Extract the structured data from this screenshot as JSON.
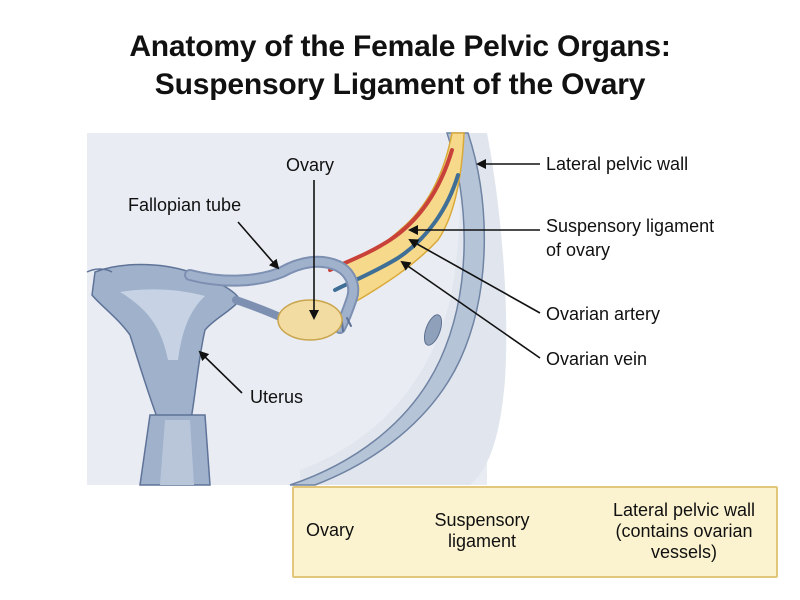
{
  "title": {
    "line1": "Anatomy of the Female Pelvic Organs:",
    "line2": "Suspensory Ligament of the Ovary"
  },
  "labels": {
    "ovary": "Ovary",
    "fallopian_tube": "Fallopian tube",
    "uterus": "Uterus",
    "lateral_pelvic_wall": "Lateral pelvic wall",
    "suspensory_ligament_line1": "Suspensory ligament",
    "suspensory_ligament_line2": "of ovary",
    "ovarian_artery": "Ovarian artery",
    "ovarian_vein": "Ovarian vein"
  },
  "summary": {
    "step1": "Ovary",
    "step2_line1": "Suspensory",
    "step2_line2": "ligament",
    "step3_line1": "Lateral pelvic wall",
    "step3_line2": "(contains ovarian",
    "step3_line3": "vessels)"
  },
  "colors": {
    "background_panel": "#e9edf3",
    "pelvic_wall": "#b6c4d8",
    "uterus": "#9fb1cb",
    "ligament": "#f6d98a",
    "ovary": "#f3dca2",
    "artery": "#c9423a",
    "vein": "#3f6f96",
    "summary_fill": "#fbf3cf",
    "summary_border": "#e2c77b"
  }
}
